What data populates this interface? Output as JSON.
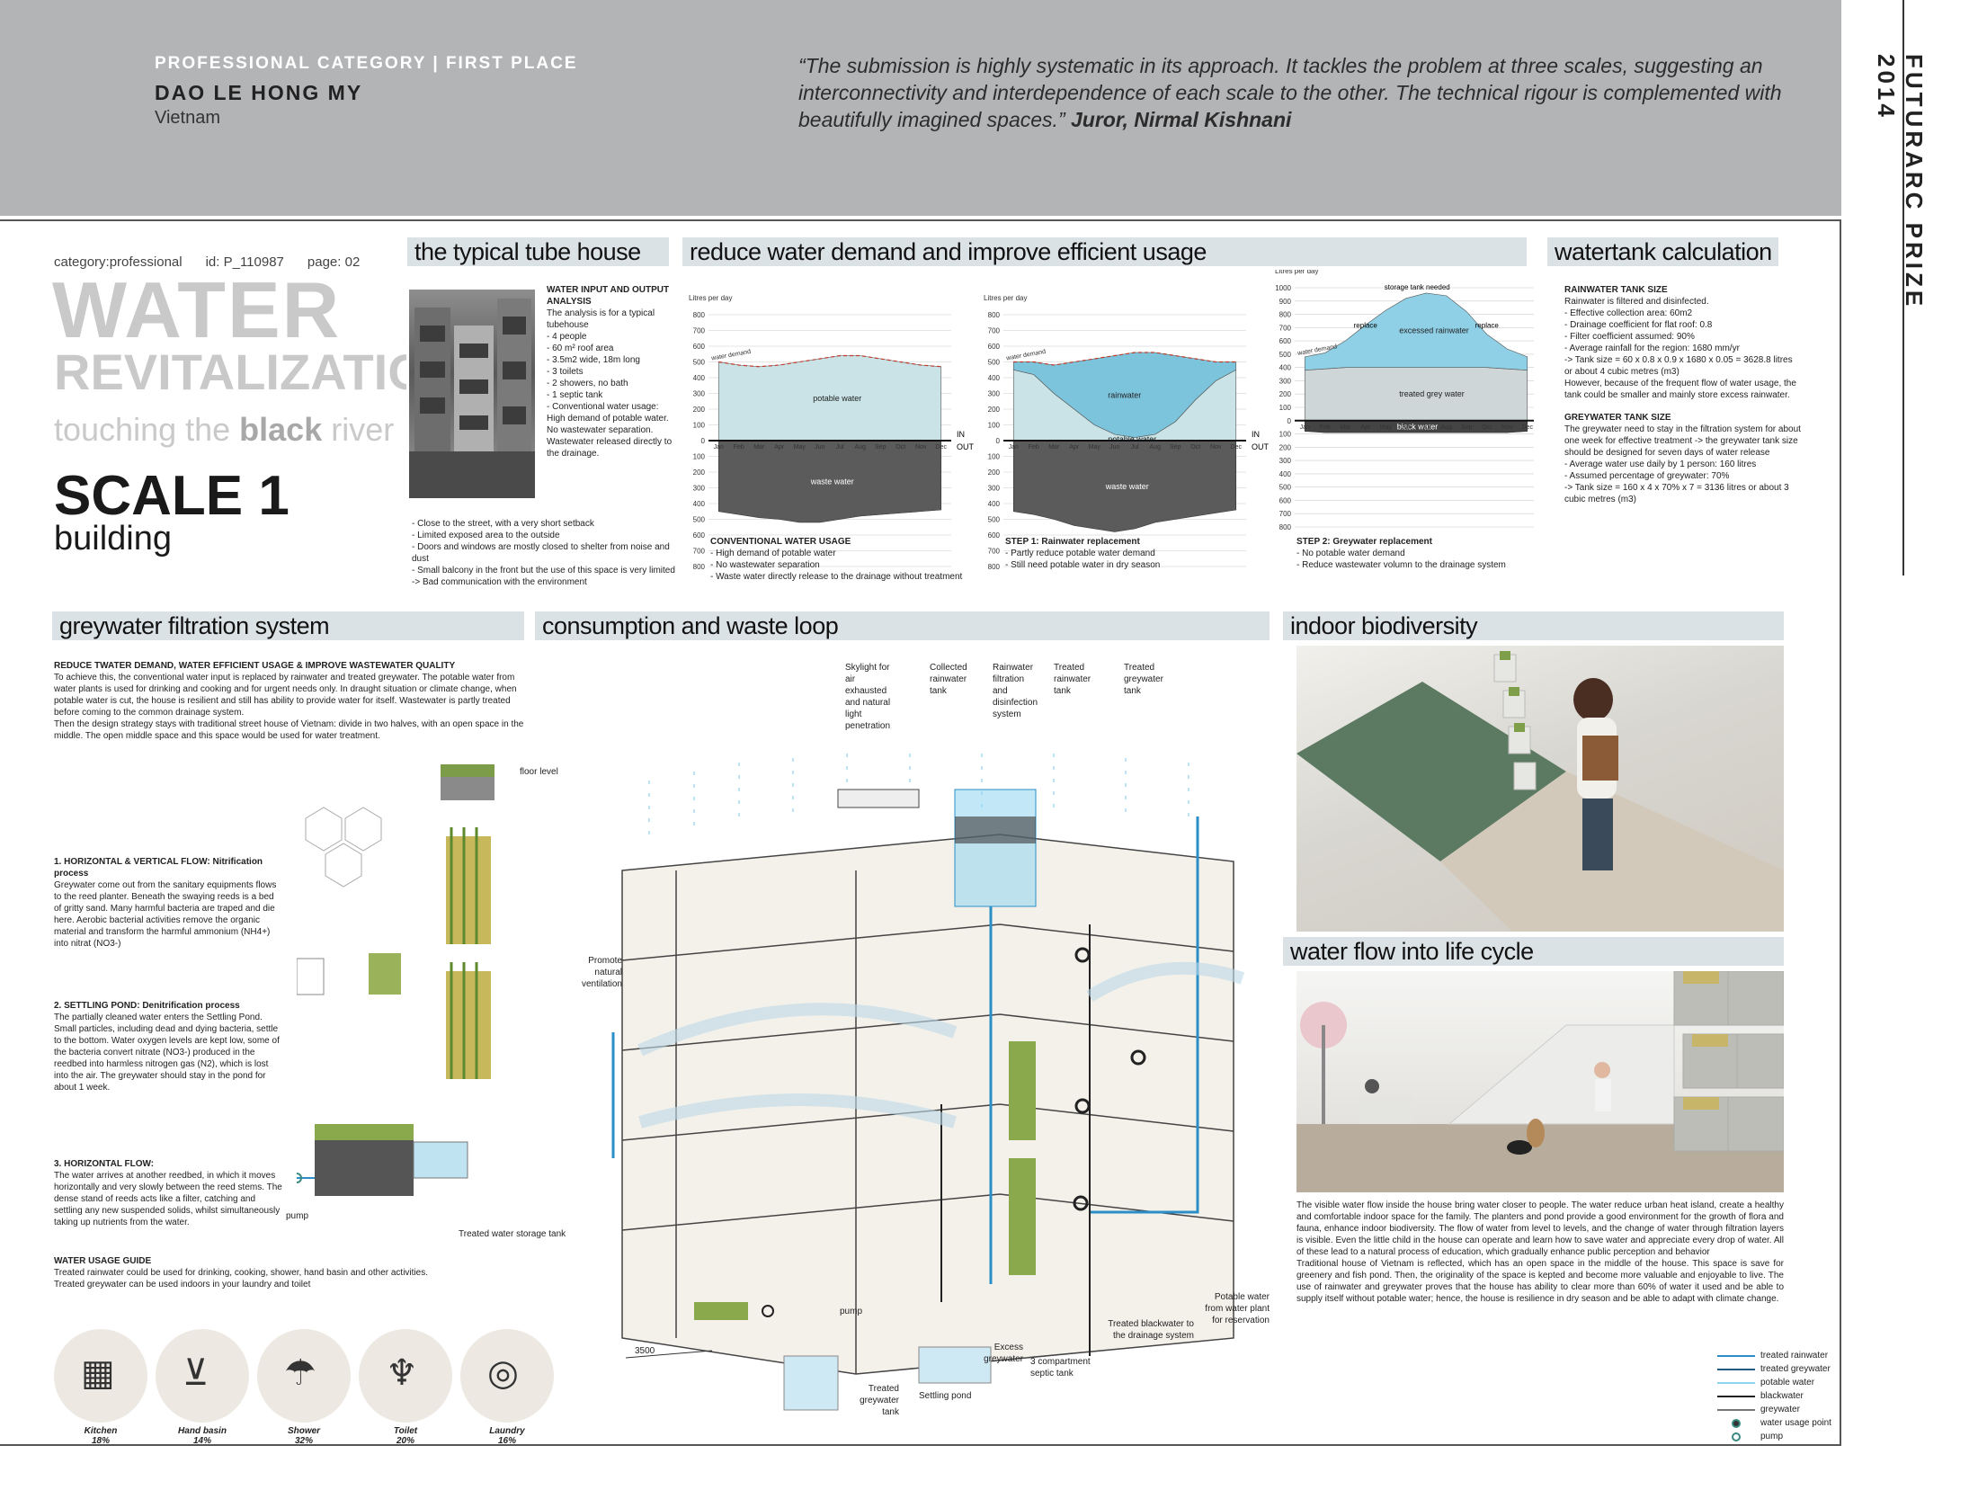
{
  "header": {
    "category": "PROFESSIONAL CATEGORY",
    "separator": "|",
    "award": "FIRST PLACE",
    "name": "DAO LE HONG MY",
    "country": "Vietnam",
    "quote": "“The submission is highly systematic in its approach. It tackles the problem at three scales, suggesting an interconnectivity and interdependence of each scale to the other. The technical rigour is complemented with beautifully imagined spaces.”",
    "juror": "Juror, Nirmal Kishnani",
    "side_title": "FUTURARC PRIZE 2014"
  },
  "meta": {
    "category": "category:professional",
    "id": "id: P_110987",
    "page": "page: 02"
  },
  "title": {
    "water": "WATER",
    "revitalization": "REVITALIZATION",
    "touching_pre": "touching the ",
    "touching_bold": "black",
    "touching_post": " river",
    "scale": "SCALE 1",
    "building": "building"
  },
  "sections": {
    "tube_house": "the typical tube house",
    "reduce": "reduce water demand and improve efficient usage",
    "watertank": "watertank calculation",
    "greywater": "greywater filtration system",
    "loop": "consumption and waste loop",
    "biodiversity": "indoor biodiversity",
    "lifecycle": "water flow into life cycle"
  },
  "tube_house": {
    "title": "WATER INPUT AND OUTPUT ANALYSIS",
    "lines": [
      "The analysis is for a typical tubehouse",
      "- 4 people",
      "- 60 m² roof area",
      "- 3.5m2 wide, 18m long",
      "- 3 toilets",
      "- 2 showers, no bath",
      "- 1 septic tank",
      "- Conventional water usage:",
      "High demand of potable water.",
      "No wastewater separation.",
      "Wastewater released directly to the drainage."
    ],
    "notes": [
      "- Close to the street, with a very short setback",
      "- Limited exposed area to the outside",
      "- Doors and windows are mostly closed to shelter from noise and dust",
      "- Small balcony in the front but the use of this space is very limited",
      "-> Bad communication with the environment"
    ]
  },
  "charts_common": {
    "ylabel": "Litres per day",
    "months": [
      "Jan",
      "Feb",
      "Mar",
      "Apr",
      "May",
      "Jun",
      "Jul",
      "Aug",
      "Sep",
      "Oct",
      "Nov",
      "Dec"
    ],
    "ticks_up": [
      "800",
      "700",
      "600",
      "500",
      "400",
      "300",
      "200",
      "100",
      "0"
    ],
    "ticks_down": [
      "100",
      "200",
      "300",
      "400",
      "500",
      "600",
      "700",
      "800"
    ],
    "ticks_up3": [
      "1000",
      "900",
      "800",
      "700",
      "600",
      "500",
      "400",
      "300",
      "200",
      "100",
      "0"
    ],
    "in": "IN",
    "out": "OUT",
    "water_demand": "water demand"
  },
  "chart_data": [
    {
      "type": "area",
      "title": "CONVENTIONAL WATER USAGE",
      "ylabel": "Litres per day",
      "categories": [
        "Jan",
        "Feb",
        "Mar",
        "Apr",
        "May",
        "Jun",
        "Jul",
        "Aug",
        "Sep",
        "Oct",
        "Nov",
        "Dec"
      ],
      "ylim": [
        -800,
        800
      ],
      "series": [
        {
          "name": "potable water",
          "values": [
            500,
            480,
            470,
            480,
            500,
            520,
            540,
            540,
            520,
            500,
            480,
            470
          ]
        },
        {
          "name": "waste water",
          "values": [
            -450,
            -470,
            -490,
            -500,
            -520,
            -520,
            -500,
            -480,
            -470,
            -460,
            -450,
            -440
          ]
        }
      ],
      "notes": [
        "- High demand of potable water",
        "- No wastewater separation",
        "- Waste water directly release to the drainage without treatment"
      ]
    },
    {
      "type": "area",
      "title": "STEP 1: Rainwater replacement",
      "ylabel": "Litres per day",
      "categories": [
        "Jan",
        "Feb",
        "Mar",
        "Apr",
        "May",
        "Jun",
        "Jul",
        "Aug",
        "Sep",
        "Oct",
        "Nov",
        "Dec"
      ],
      "ylim": [
        -800,
        800
      ],
      "series": [
        {
          "name": "potable water",
          "values": [
            450,
            420,
            300,
            200,
            100,
            40,
            20,
            40,
            120,
            260,
            380,
            450
          ]
        },
        {
          "name": "rainwater",
          "values": [
            50,
            80,
            180,
            300,
            420,
            500,
            540,
            520,
            420,
            260,
            120,
            50
          ]
        },
        {
          "name": "waste water",
          "values": [
            -450,
            -470,
            -500,
            -540,
            -560,
            -580,
            -560,
            -520,
            -500,
            -480,
            -460,
            -440
          ]
        }
      ],
      "notes": [
        "- Partly reduce potable water demand",
        "- Still need potable water in dry season"
      ]
    },
    {
      "type": "area",
      "title": "STEP 2: Greywater replacement",
      "ylabel": "Litres per day",
      "categories": [
        "Jan",
        "Feb",
        "Mar",
        "Apr",
        "May",
        "Jun",
        "Jul",
        "Aug",
        "Sep",
        "Oct",
        "Nov",
        "Dec"
      ],
      "ylim": [
        -800,
        1000
      ],
      "series": [
        {
          "name": "treated grey water",
          "values": [
            380,
            390,
            400,
            400,
            400,
            400,
            400,
            400,
            400,
            400,
            390,
            380
          ]
        },
        {
          "name": "excessed rainwater",
          "values": [
            100,
            120,
            200,
            320,
            430,
            520,
            560,
            540,
            420,
            250,
            150,
            100
          ]
        },
        {
          "name": "black water",
          "values": [
            -80,
            -90,
            -90,
            -90,
            -90,
            -90,
            -90,
            -90,
            -90,
            -90,
            -90,
            -80
          ]
        }
      ],
      "annotations": [
        "storage tank needed",
        "replace",
        "replace"
      ],
      "notes": [
        "- No potable water demand",
        "- Reduce wastewater volumn to the drainage system"
      ]
    }
  ],
  "watertank": {
    "rain_title": "RAINWATER TANK SIZE",
    "rain_lines": [
      "Rainwater is filtered and disinfected.",
      "- Effective collection area: 60m2",
      "- Drainage coefficient for flat roof: 0.8",
      "- Filter coefficient assumed: 90%",
      "- Average rainfall for the region: 1680 mm/yr",
      "-> Tank size = 60 x 0.8 x 0.9 x 1680 x 0.05 = 3628.8 litres or about 4 cubic metres (m3)",
      "However, because of the frequent flow of water usage, the tank could be smaller and mainly store excess rainwater."
    ],
    "grey_title": "GREYWATER TANK SIZE",
    "grey_lines": [
      "The greywater need to stay in the filtration system for about one week for effective treatment -> the greywater tank size should be designed for seven days of water release",
      "- Average water use daily by 1 person: 160 litres",
      "- Assumed percentage of greywater: 70%",
      "-> Tank size = 160 x 4 x 70% x 7 = 3136 litres or about 3 cubic metres (m3)"
    ]
  },
  "greywater": {
    "intro_title": "REDUCE TWATER DEMAND, WATER EFFICIENT USAGE & IMPROVE WASTEWATER QUALITY",
    "intro": "To achieve this, the conventional water input is replaced by rainwater and treated greywater. The potable water from water plants is used for drinking and cooking and for urgent needs only. In draught situation or climate change, when potable water is cut, the house is resilient and still has ability to provide water for itself. Wastewater is partly treated before coming to the common drainage system.",
    "intro2": "Then the design strategy stays with traditional street house of Vietnam: divide in two halves, with an open space in the middle. The open middle space and this space would be used for water treatment.",
    "floor_level": "floor level",
    "s1_title": "1. HORIZONTAL & VERTICAL FLOW: Nitrification process",
    "s1": "Greywater come out from the sanitary equipments flows to the reed planter. Beneath the swaying reeds is a bed of gritty sand. Many harmful bacteria are traped and die here. Aerobic bacterial activities remove the organic material and transform the harmful ammonium (NH4+) into nitrat (NO3-)",
    "s2_title": "2. SETTLING POND: Denitrification process",
    "s2": "The partially cleaned water enters the Settling Pond. Small particles, including dead and dying bacteria, settle to the bottom. Water oxygen levels are kept low, some of the bacteria convert nitrate (NO3-) produced in the reedbed into harmless nitrogen gas (N2), which is lost into the air. The greywater should stay in the pond for about 1 week.",
    "s3_title": "3. HORIZONTAL FLOW:",
    "s3": "The water arrives at another reedbed, in which it moves horizontally and very slowly between the reed stems. The dense stand of reeds acts like a filter, catching and settling any new suspended solids, whilst simultaneously taking up nutrients from the water.",
    "pump": "pump",
    "storage": "Treated water storage tank",
    "guide_title": "WATER USAGE GUIDE",
    "guide1": "Treated rainwater could be used for drinking, cooking, shower, hand basin and other activities.",
    "guide2": "Treated greywater can be used indoors in your laundry and toilet",
    "usage": [
      {
        "label": "Kitchen",
        "pct": "18%",
        "icon": "stove-icon",
        "glyph": "▦"
      },
      {
        "label": "Hand basin",
        "pct": "14%",
        "icon": "basin-icon",
        "glyph": "⊻"
      },
      {
        "label": "Shower",
        "pct": "32%",
        "icon": "shower-icon",
        "glyph": "☂"
      },
      {
        "label": "Toilet",
        "pct": "20%",
        "icon": "toilet-icon",
        "glyph": "♆"
      },
      {
        "label": "Laundry",
        "pct": "16%",
        "icon": "laundry-icon",
        "glyph": "◎"
      }
    ]
  },
  "loop": {
    "labels_top": [
      "Skylight for air exhausted and natural light penetration",
      "Collected rainwater tank",
      "Rainwater filtration and disinfection system",
      "Treated rainwater tank",
      "Treated greywater tank"
    ],
    "promote": "Promote natural ventilation",
    "pump": "pump",
    "dim": "3500",
    "bottom": [
      "Treated greywater tank",
      "Settling pond",
      "Excess greywater",
      "3 compartment septic tank",
      "Treated blackwater to the drainage system",
      "Potable water from water plant for reservation"
    ]
  },
  "lifecycle": {
    "p1": "The visible water flow inside the house bring water closer to people. The water reduce urban heat island, create a healthy and comfortable indoor space for the family. The planters and pond provide a good environment for the growth of flora and fauna, enhance indoor biodiversity. The flow of water from level to levels, and the change of water through filtration layers is visible. Even the little child in the house can operate and learn how to save water and appreciate every drop of water. All of these lead to a natural process of education, which gradually enhance public perception and behavior",
    "p2": "Traditional house of Vietnam is reflected, which has an open space in the middle of the house. This space is save for greenery and fish pond. Then, the originality of the space is kepted and become more valuable and enjoyable to live. The use of rainwater and greywater proves that the house has ability to clear more than 60% of water it used and be able to supply itself without potable water; hence, the house is resilience in dry season and be able to adapt with climate change."
  },
  "legend": [
    {
      "label": "treated rainwater",
      "color": "#2a8fc7"
    },
    {
      "label": "treated greywater",
      "color": "#1f5c80"
    },
    {
      "label": "potable water",
      "color": "#8fd3ee"
    },
    {
      "label": "blackwater",
      "color": "#222222"
    },
    {
      "label": "greywater",
      "color": "#777777"
    },
    {
      "label": "water usage point",
      "color": "#3a8a80"
    },
    {
      "label": "pump",
      "color": "#3a8a80"
    }
  ]
}
